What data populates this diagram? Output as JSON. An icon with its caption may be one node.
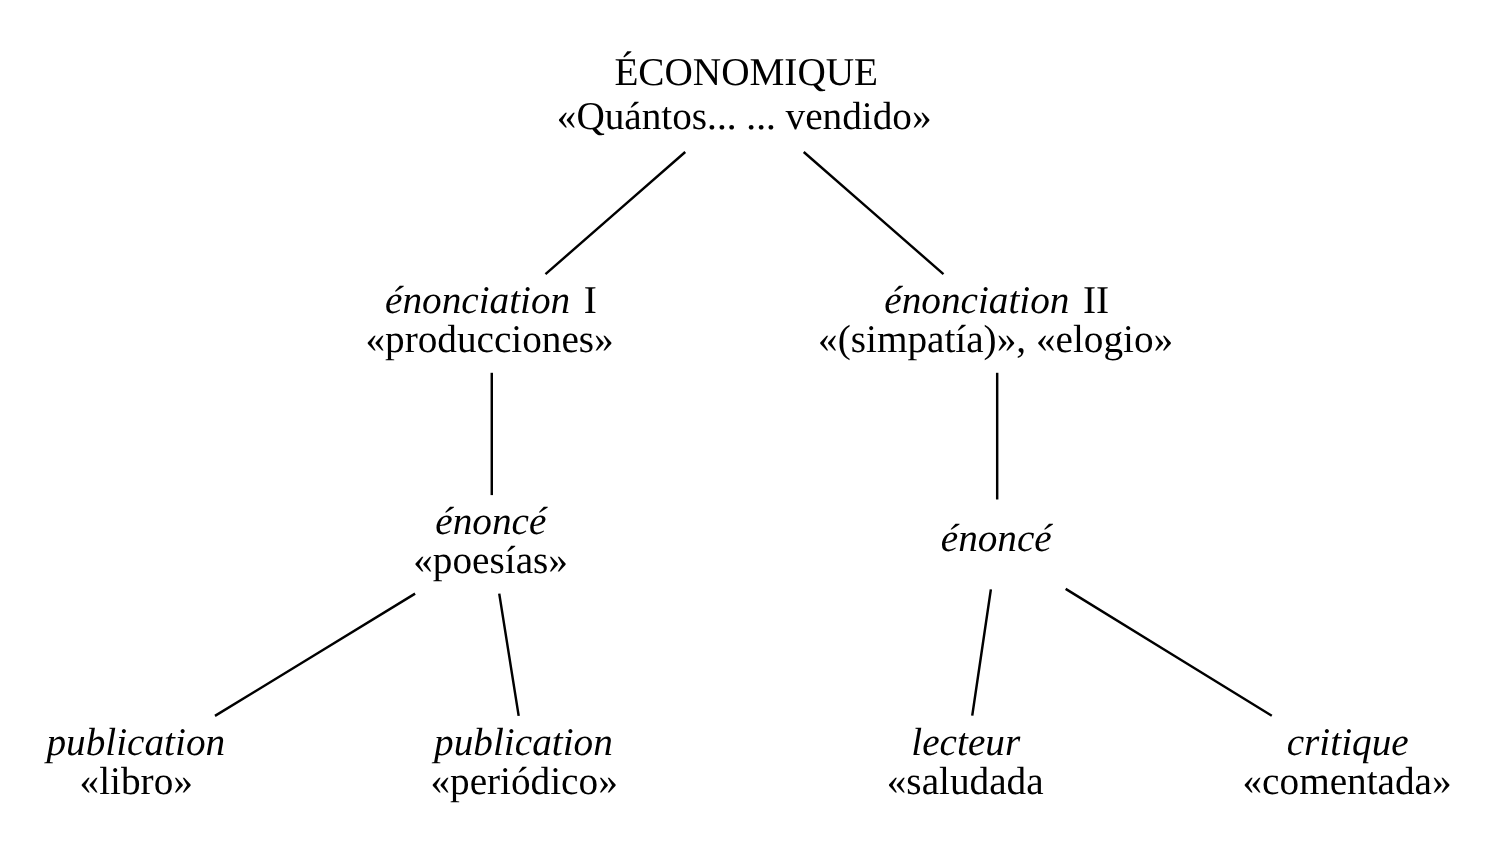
{
  "diagram": {
    "nodes": [
      {
        "text": [
          "ÉCONOMIQUE",
          "«Quántos... ... vendido»"
        ]
      },
      {
        "text": [
          "*énonciation* I",
          "«producciones»"
        ]
      },
      {
        "text": [
          "*énonciation* II",
          "«(simpatía)», «elogio»"
        ]
      },
      {
        "text": [
          "énoncé",
          "«poesías»"
        ]
      },
      {
        "text": [
          "énoncé"
        ]
      },
      {
        "text": [
          "publication",
          "«libro»"
        ]
      },
      {
        "text": [
          "publication",
          "«periódico»"
        ]
      },
      {
        "text": [
          "lecteur",
          "«saludada"
        ]
      },
      {
        "text": [
          "critique",
          "«comentada»"
        ]
      }
    ],
    "edges": [
      {
        "from": 0,
        "to": 1,
        "arrow": "none"
      },
      {
        "from": 0,
        "to": 2,
        "arrow": "none"
      },
      {
        "from": 1,
        "to": 3,
        "arrow": "none"
      },
      {
        "from": 2,
        "to": 4,
        "arrow": "none"
      },
      {
        "from": 3,
        "to": 5,
        "arrow": "none"
      },
      {
        "from": 3,
        "to": 6,
        "arrow": "none"
      },
      {
        "from": 4,
        "to": 7,
        "arrow": "none"
      },
      {
        "from": 4,
        "to": 8,
        "arrow": "none"
      }
    ]
  }
}
